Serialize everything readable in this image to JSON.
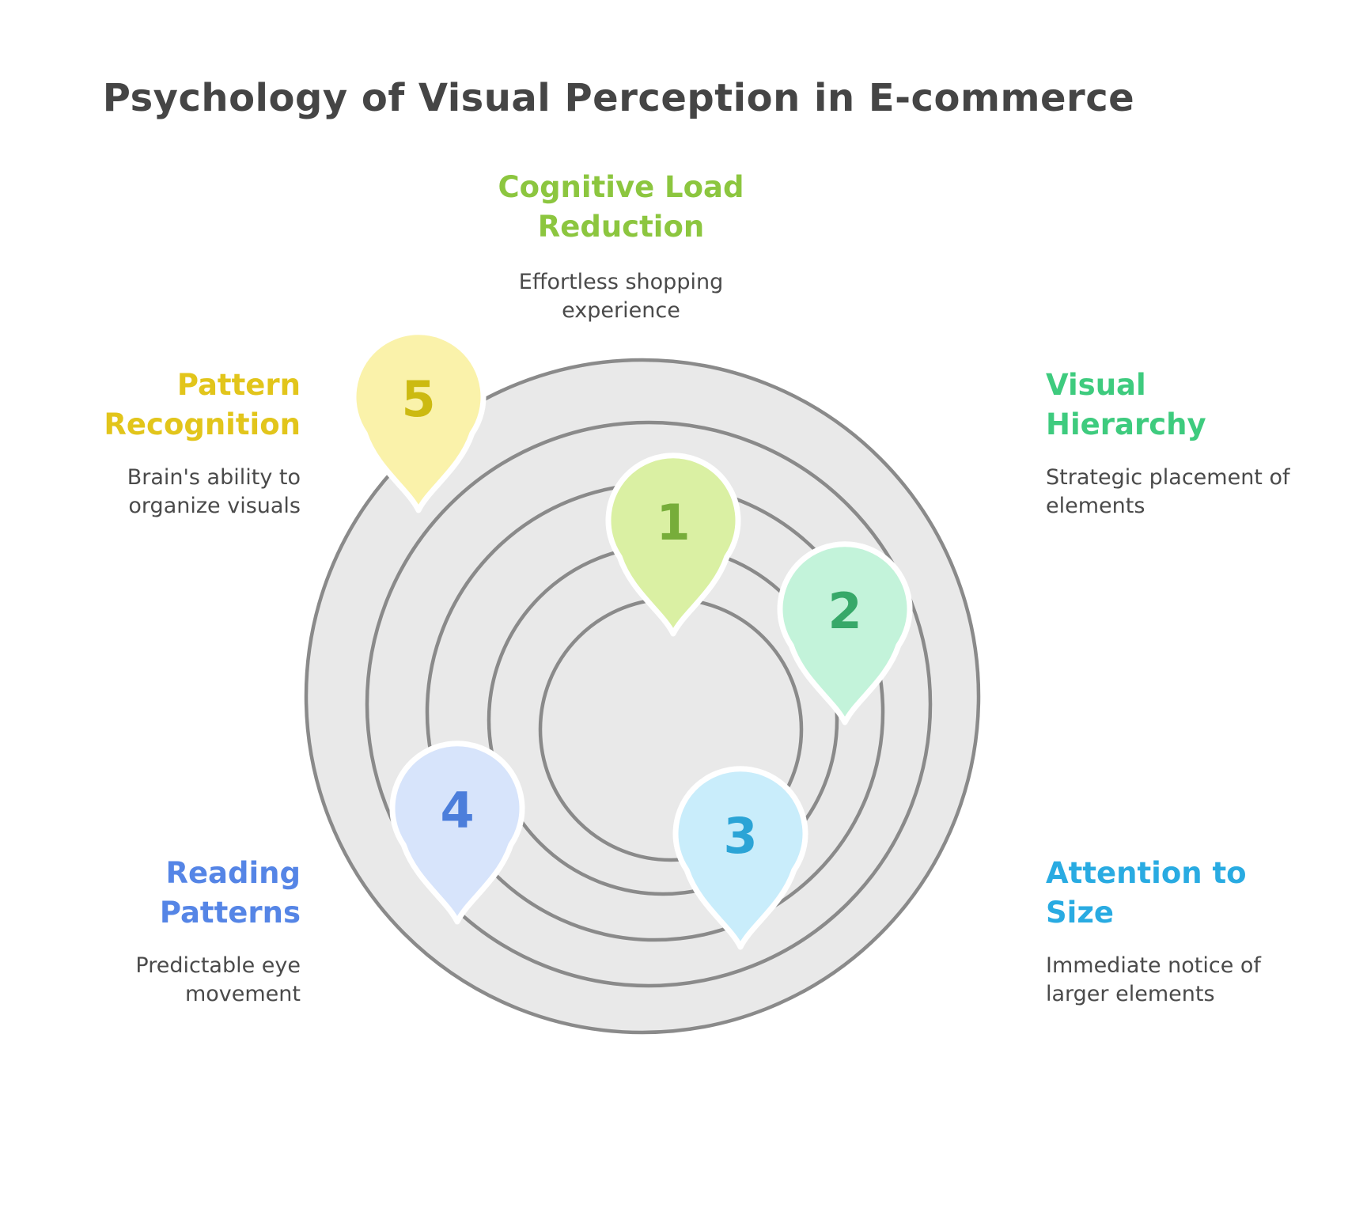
{
  "title": "Psychology of Visual Perception in E-commerce",
  "items": [
    {
      "number": "1",
      "label": "Cognitive Load Reduction",
      "description": "Effortless shopping experience",
      "label_color": "#8CC63F",
      "pin_fill": "#DAF0A3",
      "number_color": "#77AD3A"
    },
    {
      "number": "2",
      "label": "Visual Hierarchy",
      "description": "Strategic placement of elements",
      "label_color": "#3ECB7E",
      "pin_fill": "#C3F3DA",
      "number_color": "#37A869"
    },
    {
      "number": "3",
      "label": "Attention to Size",
      "description": "Immediate notice of larger elements",
      "label_color": "#29ABE2",
      "pin_fill": "#C9EDFB",
      "number_color": "#2BA4D6"
    },
    {
      "number": "4",
      "label": "Reading Patterns",
      "description": "Predictable eye movement",
      "label_color": "#5585E6",
      "pin_fill": "#D7E4FB",
      "number_color": "#4C7EDB"
    },
    {
      "number": "5",
      "label": "Pattern Recognition",
      "description": "Brain's ability to organize visuals",
      "label_color": "#E2C51B",
      "pin_fill": "#FAF2AA",
      "number_color": "#CCBA11"
    }
  ],
  "diagram": {
    "ring_fill": "#E9E9E9",
    "ring_stroke": "#8A8A8A"
  },
  "title_color": "#454545",
  "description_color": "#4A4A4A"
}
